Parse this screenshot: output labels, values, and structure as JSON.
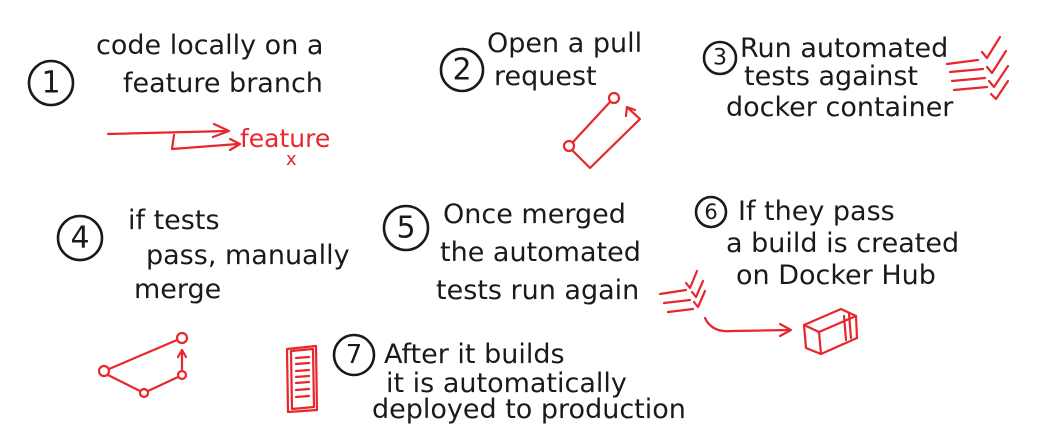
{
  "colors": {
    "ink": "#1a1a1a",
    "accent": "#e8262c",
    "background": "#ffffff"
  },
  "steps": [
    {
      "number": "1",
      "lines": [
        "code locally on a",
        "feature branch"
      ]
    },
    {
      "number": "2",
      "lines": [
        "Open a pull",
        "request"
      ]
    },
    {
      "number": "3",
      "lines": [
        "Run automated",
        "tests against",
        "docker container"
      ]
    },
    {
      "number": "4",
      "lines": [
        "if tests",
        "pass, manually",
        "merge"
      ]
    },
    {
      "number": "5",
      "lines": [
        "Once merged",
        "the automated",
        "tests run again"
      ]
    },
    {
      "number": "6",
      "lines": [
        "If they pass",
        "a build is created",
        "on Docker Hub"
      ]
    },
    {
      "number": "7",
      "lines": [
        "After it builds",
        "it is automatically",
        "deployed to production"
      ]
    }
  ],
  "sketch_labels": {
    "feature_branch": "feature",
    "feature_mark": "x"
  },
  "icons": [
    "branch-arrow-icon",
    "pull-request-icon",
    "checklist-icon",
    "merge-icon",
    "test-checks-icon",
    "arrow-to-hub-icon",
    "docker-box-icon",
    "server-icon"
  ]
}
